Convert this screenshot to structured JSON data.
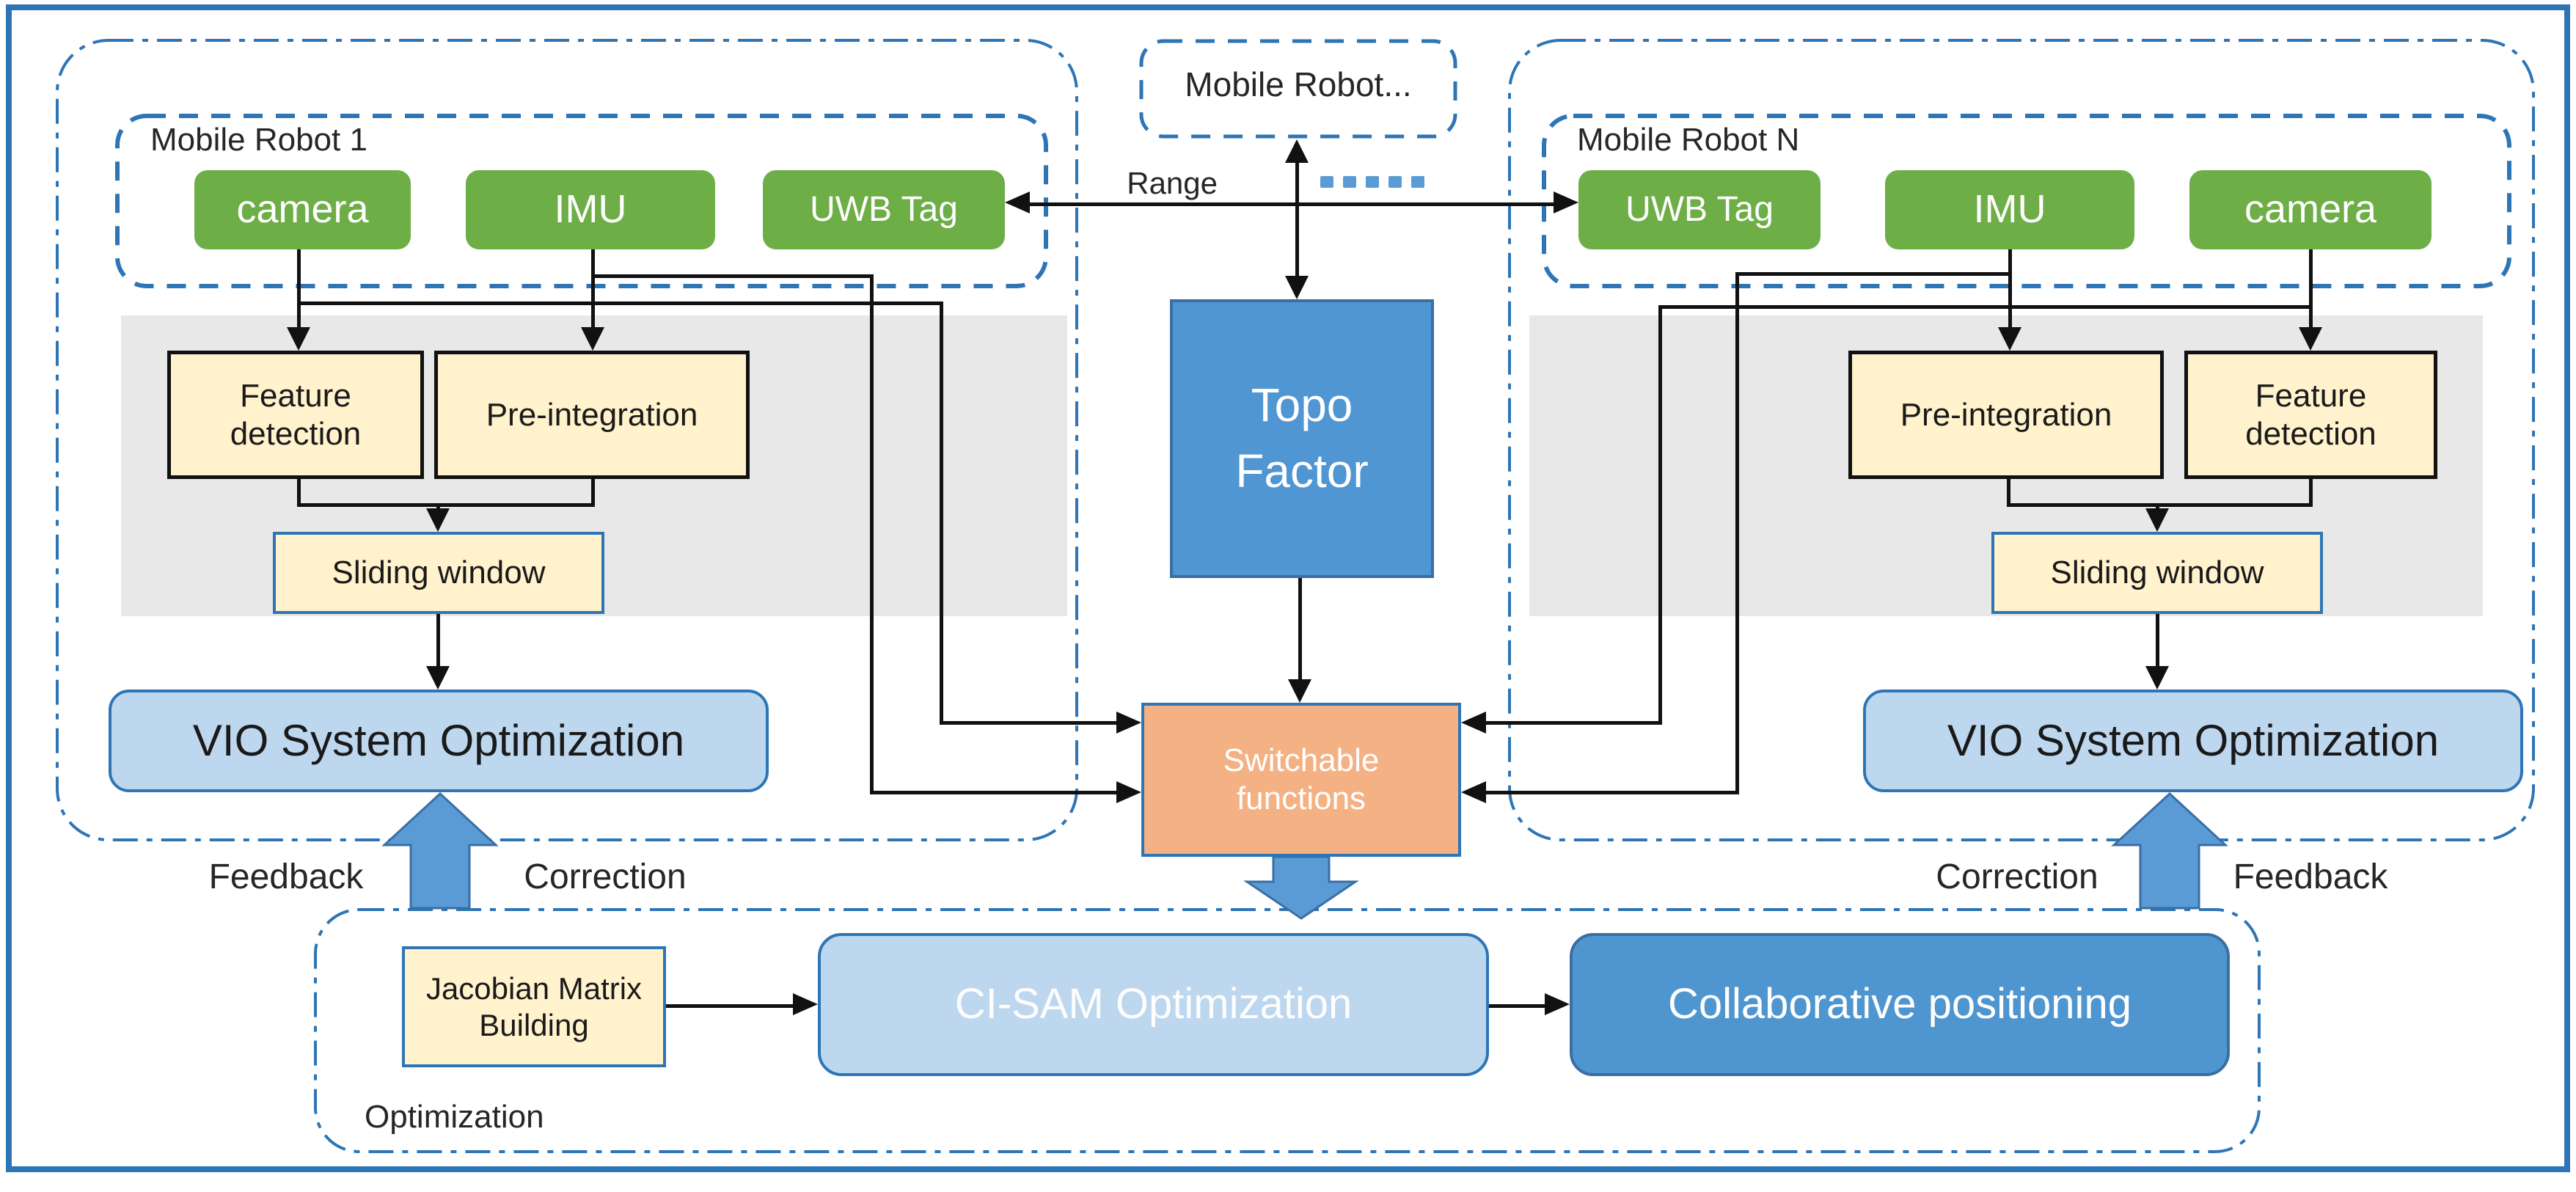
{
  "colors": {
    "frame_blue": "#2e75b6",
    "cluster_dash_blue": "#2e75b6",
    "sensor_green": "#6dae47",
    "process_yellow": "#fff2cc",
    "vio_lightblue": "#bdd7ee",
    "topo_midblue": "#5096d2",
    "switchable_orange": "#f4b183",
    "gray_band": "#e8e8e8",
    "connector_black": "#111111"
  },
  "left_robot": {
    "title": "Mobile Robot 1",
    "camera": "camera",
    "imu": "IMU",
    "uwb": "UWB Tag",
    "feature_line1": "Feature",
    "feature_line2": "detection",
    "pre_integration": "Pre-integration",
    "sliding_window": "Sliding window",
    "vio": "VIO System Optimization",
    "feedback": "Feedback",
    "correction": "Correction"
  },
  "right_robot": {
    "title": "Mobile Robot N",
    "camera": "camera",
    "imu": "IMU",
    "uwb": "UWB Tag",
    "feature_line1": "Feature",
    "feature_line2": "detection",
    "pre_integration": "Pre-integration",
    "sliding_window": "Sliding window",
    "vio": "VIO System Optimization",
    "feedback": "Feedback",
    "correction": "Correction"
  },
  "center": {
    "title": "Mobile Robot...",
    "range_label": "Range",
    "topo_line1": "Topo",
    "topo_line2": "Factor",
    "switchable_line1": "Switchable",
    "switchable_line2": "functions"
  },
  "optimization": {
    "label": "Optimization",
    "jacobian_line1": "Jacobian Matrix",
    "jacobian_line2": "Building",
    "cisam": "CI-SAM Optimization",
    "collaborative": "Collaborative positioning"
  }
}
